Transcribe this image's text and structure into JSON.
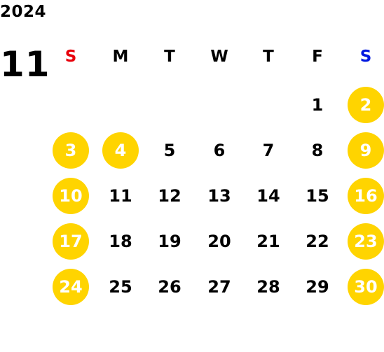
{
  "year": "2024",
  "month": "11",
  "colors": {
    "sunday_label": "#e8000b",
    "saturday_label": "#0018e0",
    "weekday_label": "#000000",
    "holiday_circle": "#ffd400",
    "holiday_text": "#ffffff",
    "day_text": "#000000"
  },
  "weekdays": [
    "S",
    "M",
    "T",
    "W",
    "T",
    "F",
    "S"
  ],
  "weeks": [
    [
      "",
      "",
      "",
      "",
      "",
      "1",
      "2"
    ],
    [
      "3",
      "4",
      "5",
      "6",
      "7",
      "8",
      "9"
    ],
    [
      "10",
      "11",
      "12",
      "13",
      "14",
      "15",
      "16"
    ],
    [
      "17",
      "18",
      "19",
      "20",
      "21",
      "22",
      "23"
    ],
    [
      "24",
      "25",
      "26",
      "27",
      "28",
      "29",
      "30"
    ]
  ],
  "highlighted_days": [
    "2",
    "3",
    "4",
    "9",
    "10",
    "16",
    "17",
    "23",
    "24",
    "30"
  ]
}
